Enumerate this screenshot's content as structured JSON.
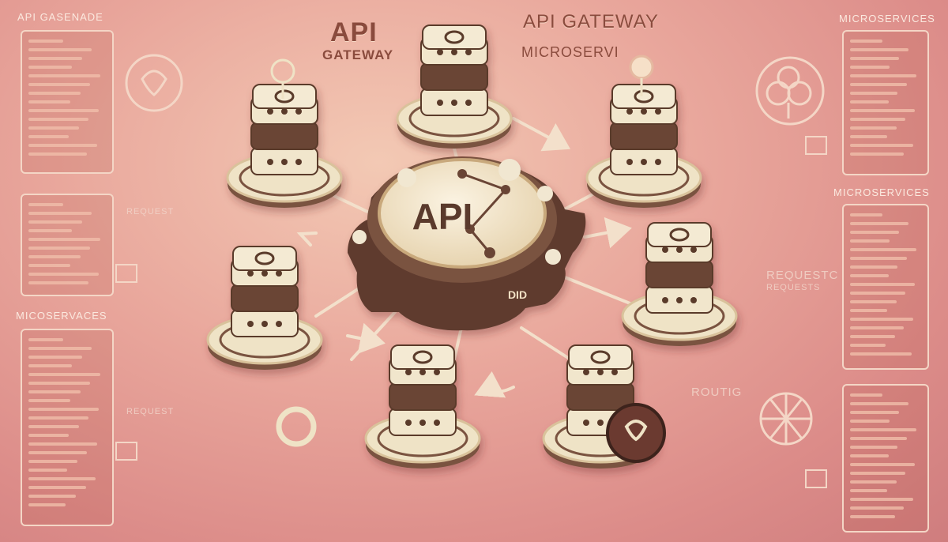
{
  "labels": {
    "top_left_header": "API GASENADE",
    "top_right_header": "MICROSERVICES",
    "api_title_line1": "API",
    "api_title_line2": "GATEWAY",
    "api_gateway_top": "API GATEWAY",
    "microservices_top": "MICROSERVI",
    "right_microservices": "MICROSERVICES",
    "left_microservices": "MICOSERVACES",
    "hub_label": "API",
    "hub_sub": "DID",
    "request_label": "REQUESTC",
    "request_sub": "REQUESTS",
    "routing_label": "ROUTIG",
    "left_faint_top": "REQUEST",
    "left_faint_bottom": "REQUEST"
  },
  "colors": {
    "background": "#e49a93",
    "cream": "#efe3c6",
    "brown": "#6b4436",
    "outline": "#f4d6c6",
    "arrow": "#f3e0cb"
  },
  "icons": [
    "radar-icon",
    "cloud-tree-icon",
    "globe-icon",
    "heart-badge-icon",
    "hint-bulb-icon",
    "ring-icon"
  ]
}
